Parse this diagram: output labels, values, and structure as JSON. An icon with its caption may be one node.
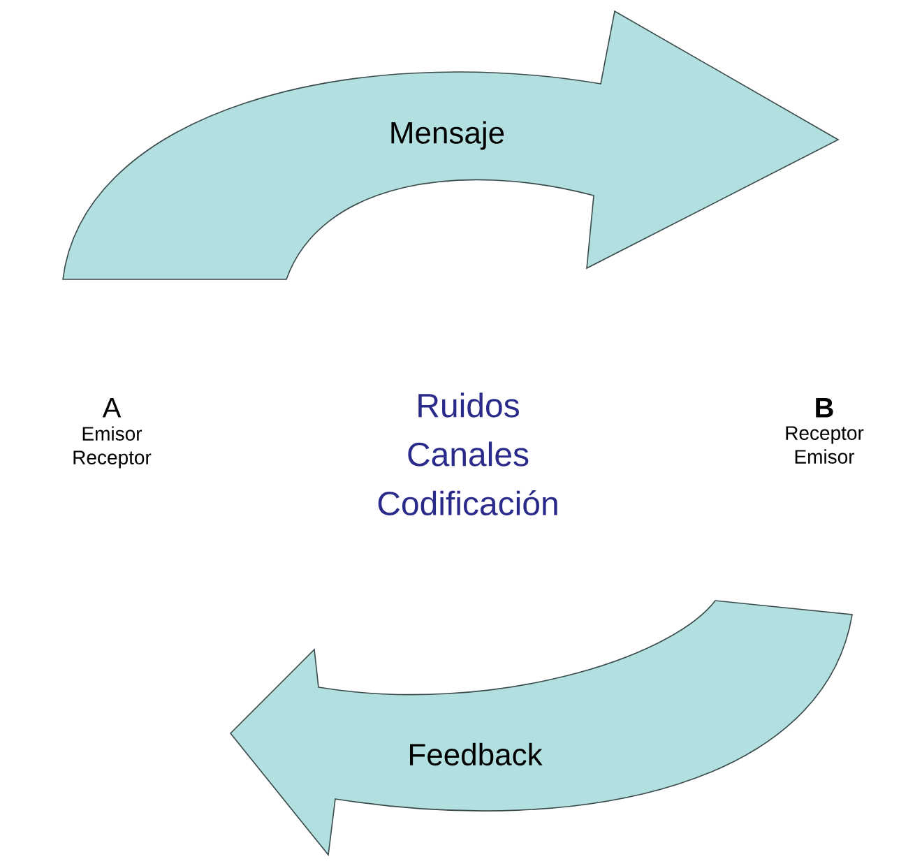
{
  "diagram": {
    "nodes": [
      {
        "text": [
          "A",
          "Emisor Receptor"
        ]
      },
      {
        "text": [
          "B",
          "Receptor Emisor"
        ]
      },
      {
        "text": [
          "Mensaje"
        ]
      },
      {
        "text": [
          "Feedback"
        ]
      }
    ],
    "labels": [
      "Ruidos",
      "Canales",
      "Codificación"
    ]
  }
}
